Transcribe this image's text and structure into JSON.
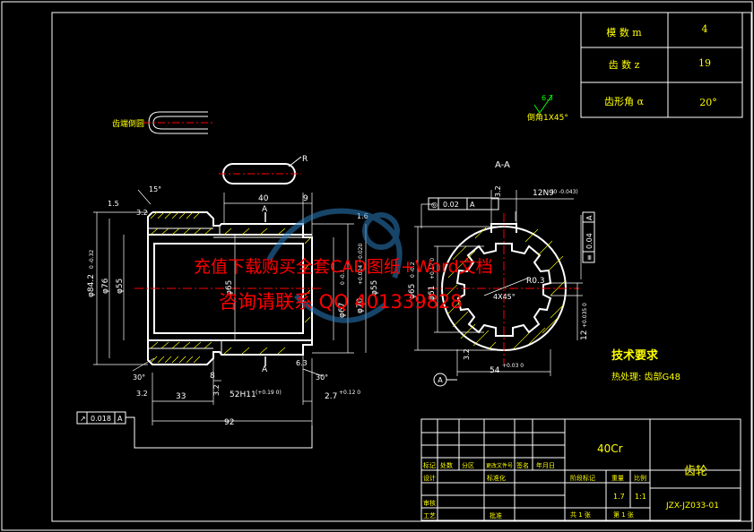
{
  "params": [
    {
      "label": "模 数 m",
      "value": "4"
    },
    {
      "label": "齿 数 z",
      "value": "19"
    },
    {
      "label": "齿形角 α",
      "value": "20°"
    }
  ],
  "views": {
    "tooth_end": "齿端倒圆",
    "section": "A-A",
    "section_marker": "A",
    "datum": "A"
  },
  "chamfer": {
    "rough": "6.3",
    "note": "倒角1X45°"
  },
  "dims": {
    "len_40": "40",
    "len_9": "9",
    "ang_15": "15°",
    "r_15a": "1.5",
    "r_15b": "1.6",
    "r_32": "3.2",
    "d_84": "φ84.2",
    "d_84_tol": "0 -0.32",
    "d_76": "φ76",
    "d_55": "φ55",
    "d_65": "φ65",
    "d_67": "φ67",
    "d_67_tol": "0 -0.1",
    "d_70": "φ70",
    "d_70_tol": "+0.024 +0.020",
    "d_55b": "φ55",
    "len_8": "8",
    "r_32b": "3.2",
    "hole": "52H11",
    "hole_tol": "(+0.19 0)",
    "len_33": "33",
    "len_27": "2.7",
    "len_27_tol": "+0.12 0",
    "ang_30a": "30°",
    "ang_30b": "30°",
    "r_32c": "3.2",
    "r_63": "6.3",
    "len_92": "92",
    "key_width": "12N9",
    "key_tol": "(0 -0.043)",
    "radial_tol": "0.02",
    "radial_ref": "A",
    "sym_tol": "0.04",
    "sym_ref": "A",
    "sec_d65": "φ65",
    "sec_d65_tol": "0 -0.2",
    "sec_d61": "φ61",
    "sec_d61_tol": "+0.17 0",
    "r03": "R0.3",
    "n4x45": "4X45°",
    "r_32d": "3.2",
    "w54": "54",
    "w54_tol": "+0.03 0",
    "w12": "12",
    "w12_tol": "+0.035 0",
    "ra_32e": "3.2",
    "r_label": "R",
    "runout": "0.018",
    "runout_ref": "A"
  },
  "tech": {
    "title": "技术要求",
    "note": "热处理: 齿部G48"
  },
  "title_block": {
    "material": "40Cr",
    "part_name": "齿轮",
    "drawing_no": "JZX-JZ033-01",
    "cols": [
      "标记",
      "处数",
      "分区",
      "更改文件号",
      "签名",
      "年月日"
    ],
    "rows": [
      "设计",
      "审核",
      "工艺"
    ],
    "std": "标准化",
    "approve": "批准",
    "stage": "阶段标记",
    "weight": "重量",
    "scale_label": "比例",
    "weight_val": "1.7",
    "scale_val": "1:1",
    "sheets": "共 1 张",
    "sheet_no": "第 1 张"
  },
  "watermark": {
    "line1": "充值下载购买全套CAD图纸+Word文档",
    "line2": "咨询请联系 QQ 401339828"
  }
}
